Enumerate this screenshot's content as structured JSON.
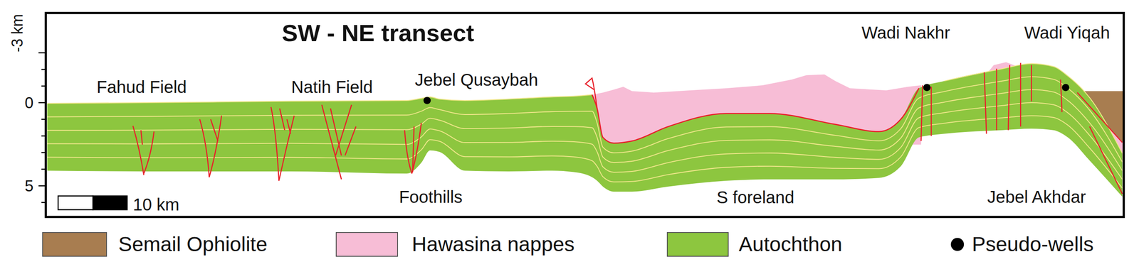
{
  "diagram": {
    "title": "SW - NE transect",
    "labels": [
      "-3 km",
      "0",
      "5",
      "Fahud Field",
      "Natih Field",
      "Jebel Qusaybah",
      "Wadi Nakhr",
      "Wadi Yiqah",
      "Foothills",
      "S foreland",
      "Jebel Akhdar",
      "10 km"
    ],
    "legend": [
      {
        "text": "Semail Ophiolite",
        "color": "#a87d50"
      },
      {
        "text": "Hawasina nappes",
        "color": "#f7bdd6"
      },
      {
        "text": "Autochthon",
        "color": "#8dc63f"
      },
      {
        "text": "Pseudo-wells"
      }
    ]
  }
}
